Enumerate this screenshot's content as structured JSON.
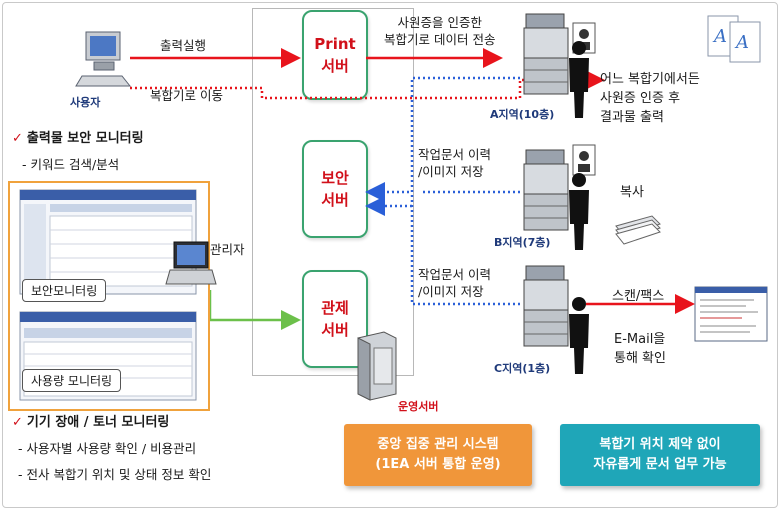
{
  "servers": {
    "print": "Print\n서버",
    "security": "보안\n서버",
    "control": "관제\n서버",
    "ops_label": "운영서버"
  },
  "user": {
    "label": "사용자",
    "print_action": "출력실행",
    "move_action": "복합기로 이동"
  },
  "admin_label": "관리자",
  "left_panel": {
    "check1": "출력물 보안 모니터링",
    "sub1": "- 키워드 검색/분석",
    "monitor1_label": "보안모니터링",
    "monitor2_label": "사용량 모니터링",
    "check2": "기기 장애 / 토너 모니터링",
    "bullet1": "-  사용자별 사용량 확인 / 비용관리",
    "bullet2": "-  전사 복합기 위치 및 상태 정보 확인"
  },
  "flows": {
    "auth_transfer": "사원증을 인증한\n복합기로 데이터 전송",
    "log_a": "작업문서 이력\n/이미지 저장",
    "log_b": "작업문서 이력\n/이미지 저장"
  },
  "zones": {
    "a": "A지역(10층)",
    "b": "B지역(7층)",
    "c": "C지역(1층)"
  },
  "results": {
    "print_any": "어느 복합기에서든\n사원증 인증 후\n결과물 출력",
    "copy": "복사",
    "scan_fax": "스캔/팩스",
    "email": "E-Mail을\n통해 확인"
  },
  "footer": {
    "central": "중앙 집중 관리 시스템\n(1EA 서버 통합 운영)",
    "free": "복합기 위치 제약 없이\n자유롭게 문서 업무 가능"
  },
  "colors": {
    "red": "#e8141c",
    "blue": "#2a5fd8",
    "green": "#6cc04a",
    "server_border": "#3aa36f",
    "orange": "#f0963a",
    "teal": "#1fa6b8"
  }
}
